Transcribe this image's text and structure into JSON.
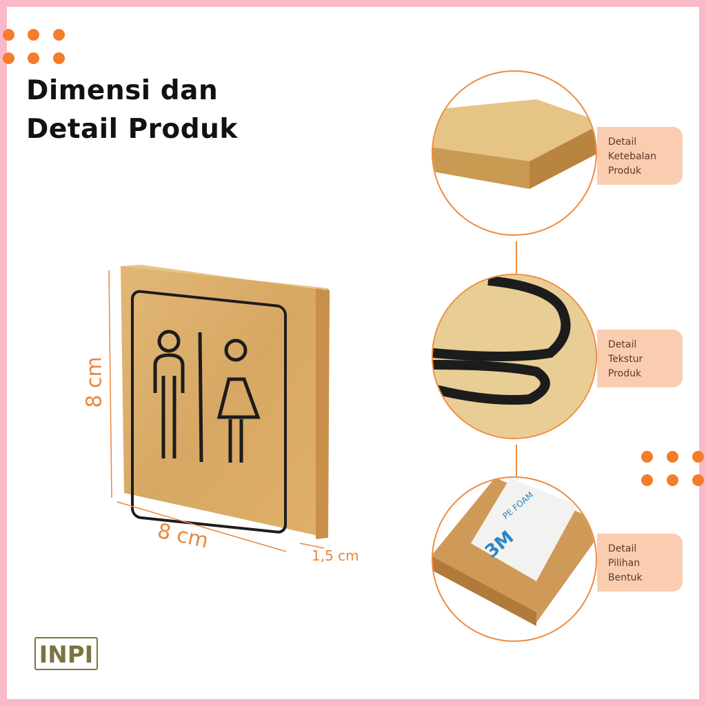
{
  "title": {
    "line1": "Dimensi dan",
    "line2": "Detail Produk"
  },
  "dimensions": {
    "height": "8 cm",
    "width": "8 cm",
    "depth": "1,5 cm"
  },
  "details": [
    {
      "line1": "Detail",
      "line2": "Ketebalan",
      "line3": "Produk"
    },
    {
      "line1": "Detail",
      "line2": "Tekstur",
      "line3": "Produk"
    },
    {
      "line1": "Detail",
      "line2": "Pilihan",
      "line3": "Bentuk"
    }
  ],
  "tape_text": {
    "brand": "3M",
    "type": "PE FOAM"
  },
  "logo": "INPI",
  "colors": {
    "border": "#f9b9c9",
    "accent": "#f57c2a",
    "label_bg": "#fbcdb0",
    "wood": "#dcae6a"
  }
}
